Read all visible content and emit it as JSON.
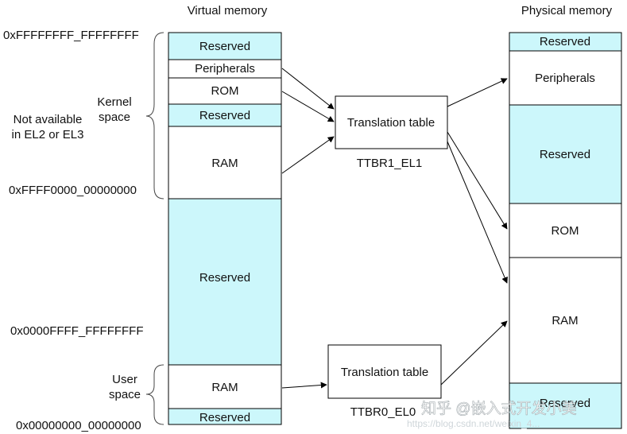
{
  "headers": {
    "virtual": "Virtual memory",
    "physical": "Physical memory"
  },
  "virtual_blocks": [
    {
      "label": "Reserved",
      "fill": "#ccf7fb"
    },
    {
      "label": "Peripherals",
      "fill": "#ffffff"
    },
    {
      "label": "ROM",
      "fill": "#ffffff"
    },
    {
      "label": "Reserved",
      "fill": "#ccf7fb"
    },
    {
      "label": "RAM",
      "fill": "#ffffff"
    },
    {
      "label": "Reserved",
      "fill": "#ccf7fb"
    },
    {
      "label": "RAM",
      "fill": "#ffffff"
    },
    {
      "label": "Reserved",
      "fill": "#ccf7fb"
    }
  ],
  "physical_blocks": [
    {
      "label": "Reserved",
      "fill": "#ccf7fb"
    },
    {
      "label": "Peripherals",
      "fill": "#ffffff"
    },
    {
      "label": "Reserved",
      "fill": "#ccf7fb"
    },
    {
      "label": "ROM",
      "fill": "#ffffff"
    },
    {
      "label": "RAM",
      "fill": "#ffffff"
    },
    {
      "label": "Reserved",
      "fill": "#ccf7fb"
    }
  ],
  "addresses": [
    "0xFFFFFFFF_FFFFFFFF",
    "0xFFFF0000_00000000",
    "0x0000FFFF_FFFFFFFF",
    "0x00000000_00000000"
  ],
  "kernel_label": [
    "Kernel",
    "space"
  ],
  "not_available_label": [
    "Not available",
    "in EL2 or EL3"
  ],
  "user_label": [
    "User",
    "space"
  ],
  "tables": [
    {
      "label": "Translation table",
      "register": "TTBR1_EL1"
    },
    {
      "label": "Translation table",
      "register": "TTBR0_EL0"
    }
  ],
  "watermark": {
    "main": "知乎 @嵌入式开发小美",
    "url": "https://blog.csdn.net/weixin_4..."
  },
  "colors": {
    "reserved_fill": "#ccf7fb",
    "outline": "#000000"
  }
}
